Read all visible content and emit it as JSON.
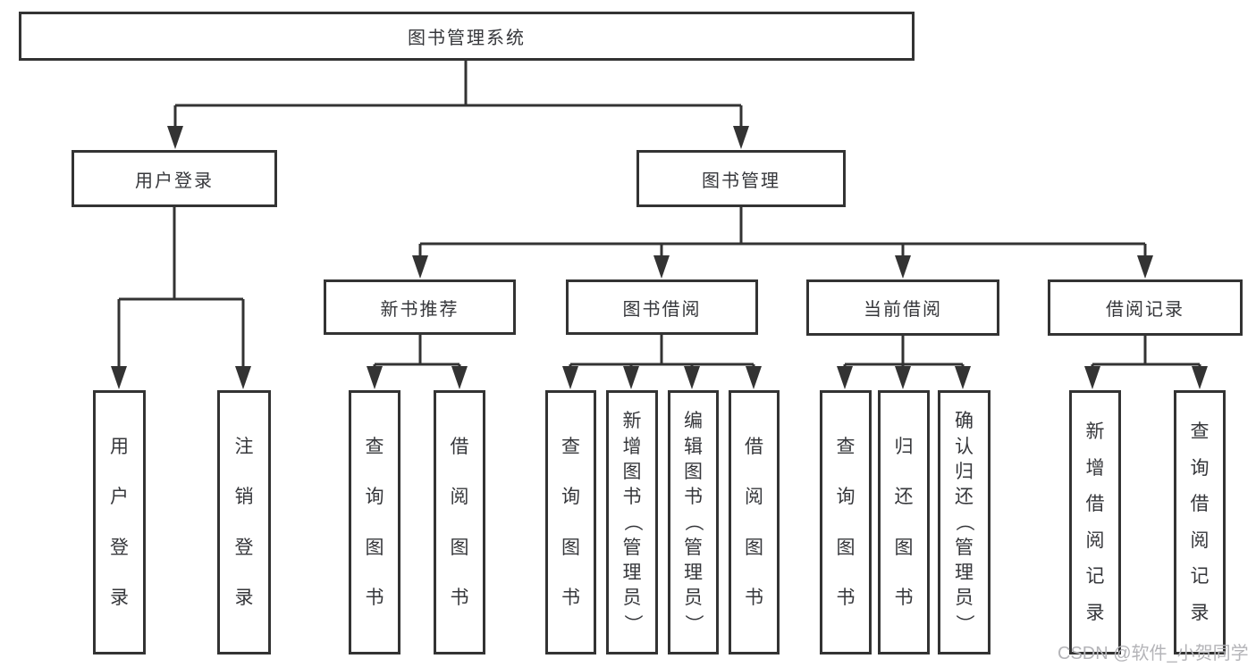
{
  "diagram": {
    "colors": {
      "line": "#333333",
      "box_border": "#333333",
      "text": "#36373b",
      "background": "#ffffff",
      "watermark_text": "#b4b4b8"
    },
    "tree": {
      "root": {
        "label": "图书管理系统",
        "children": [
          {
            "label": "用户登录",
            "children": [
              {
                "label": "用户登录"
              },
              {
                "label": "注销登录"
              }
            ]
          },
          {
            "label": "图书管理",
            "children": [
              {
                "label": "新书推荐",
                "children": [
                  {
                    "label": "查询图书"
                  },
                  {
                    "label": "借阅图书"
                  }
                ]
              },
              {
                "label": "图书借阅",
                "children": [
                  {
                    "label": "查询图书"
                  },
                  {
                    "label": "新增图书（管理员）"
                  },
                  {
                    "label": "编辑图书（管理员）"
                  },
                  {
                    "label": "借阅图书"
                  }
                ]
              },
              {
                "label": "当前借阅",
                "children": [
                  {
                    "label": "查询图书"
                  },
                  {
                    "label": "归还图书"
                  },
                  {
                    "label": "确认归还（管理员）"
                  }
                ]
              },
              {
                "label": "借阅记录",
                "children": [
                  {
                    "label": "新增借阅记录"
                  },
                  {
                    "label": "查询借阅记录"
                  }
                ]
              }
            ]
          }
        ]
      }
    }
  },
  "watermark": {
    "label": "CSDN @软件_小贺同学"
  }
}
